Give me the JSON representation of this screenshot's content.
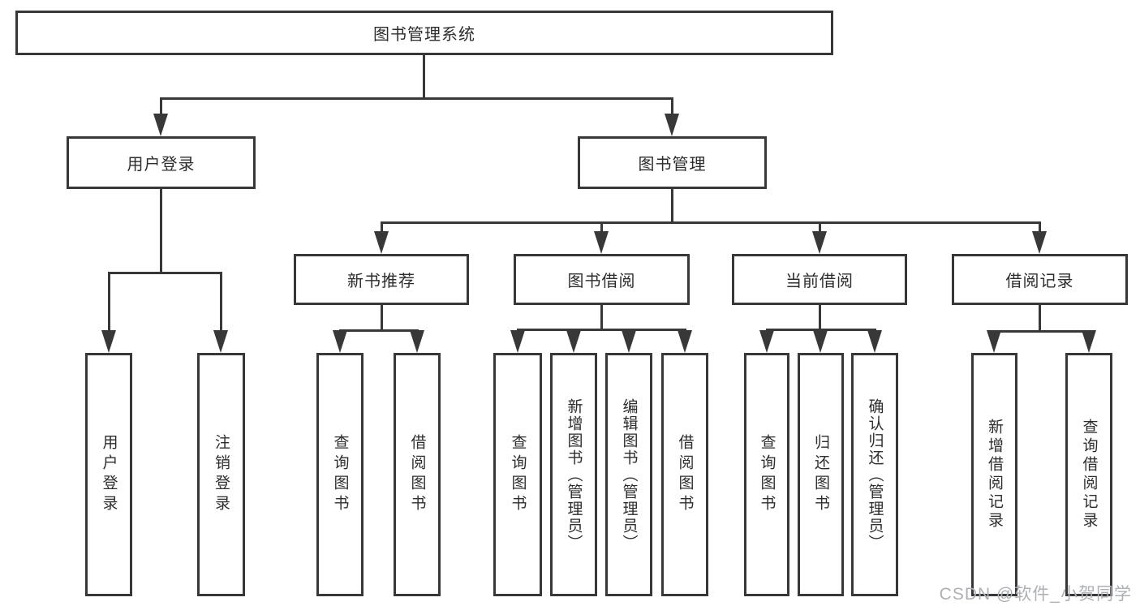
{
  "page": {
    "background": "#ffffff",
    "line_color": "#383838",
    "text_color": "#2d2d2d"
  },
  "diagram": {
    "type": "tree",
    "nodes": [
      {
        "id": "root",
        "label": "图书管理系统"
      },
      {
        "id": "user-login",
        "label": "用户登录"
      },
      {
        "id": "book-mgmt",
        "label": "图书管理"
      },
      {
        "id": "new-book-rec",
        "label": "新书推荐"
      },
      {
        "id": "book-borrow",
        "label": "图书借阅"
      },
      {
        "id": "current-borrow",
        "label": "当前借阅"
      },
      {
        "id": "borrow-records",
        "label": "借阅记录"
      },
      {
        "id": "user-login-leaf",
        "label": "用户登录"
      },
      {
        "id": "logout",
        "label": "注销登录"
      },
      {
        "id": "rec-query-books",
        "label": "查询图书"
      },
      {
        "id": "rec-borrow-books",
        "label": "借阅图书"
      },
      {
        "id": "bb-query-books",
        "label": "查询图书"
      },
      {
        "id": "bb-add-books",
        "label": "新增图书（管理员）"
      },
      {
        "id": "bb-edit-books",
        "label": "编辑图书（管理员）"
      },
      {
        "id": "bb-borrow-books",
        "label": "借阅图书"
      },
      {
        "id": "cb-query-books",
        "label": "查询图书"
      },
      {
        "id": "cb-return-books",
        "label": "归还图书"
      },
      {
        "id": "cb-confirm-return",
        "label": "确认归还（管理员）"
      },
      {
        "id": "br-add-record",
        "label": "新增借阅记录"
      },
      {
        "id": "br-query-record",
        "label": "查询借阅记录"
      }
    ],
    "edges": [
      [
        "root",
        "user-login"
      ],
      [
        "root",
        "book-mgmt"
      ],
      [
        "user-login",
        "user-login-leaf"
      ],
      [
        "user-login",
        "logout"
      ],
      [
        "book-mgmt",
        "new-book-rec"
      ],
      [
        "book-mgmt",
        "book-borrow"
      ],
      [
        "book-mgmt",
        "current-borrow"
      ],
      [
        "book-mgmt",
        "borrow-records"
      ],
      [
        "new-book-rec",
        "rec-query-books"
      ],
      [
        "new-book-rec",
        "rec-borrow-books"
      ],
      [
        "book-borrow",
        "bb-query-books"
      ],
      [
        "book-borrow",
        "bb-add-books"
      ],
      [
        "book-borrow",
        "bb-edit-books"
      ],
      [
        "book-borrow",
        "bb-borrow-books"
      ],
      [
        "current-borrow",
        "cb-query-books"
      ],
      [
        "current-borrow",
        "cb-return-books"
      ],
      [
        "current-borrow",
        "cb-confirm-return"
      ],
      [
        "borrow-records",
        "br-add-record"
      ],
      [
        "borrow-records",
        "br-query-record"
      ]
    ]
  },
  "watermark": {
    "text": "CSDN @软件_小贺同学",
    "color": "#adb0b5"
  }
}
